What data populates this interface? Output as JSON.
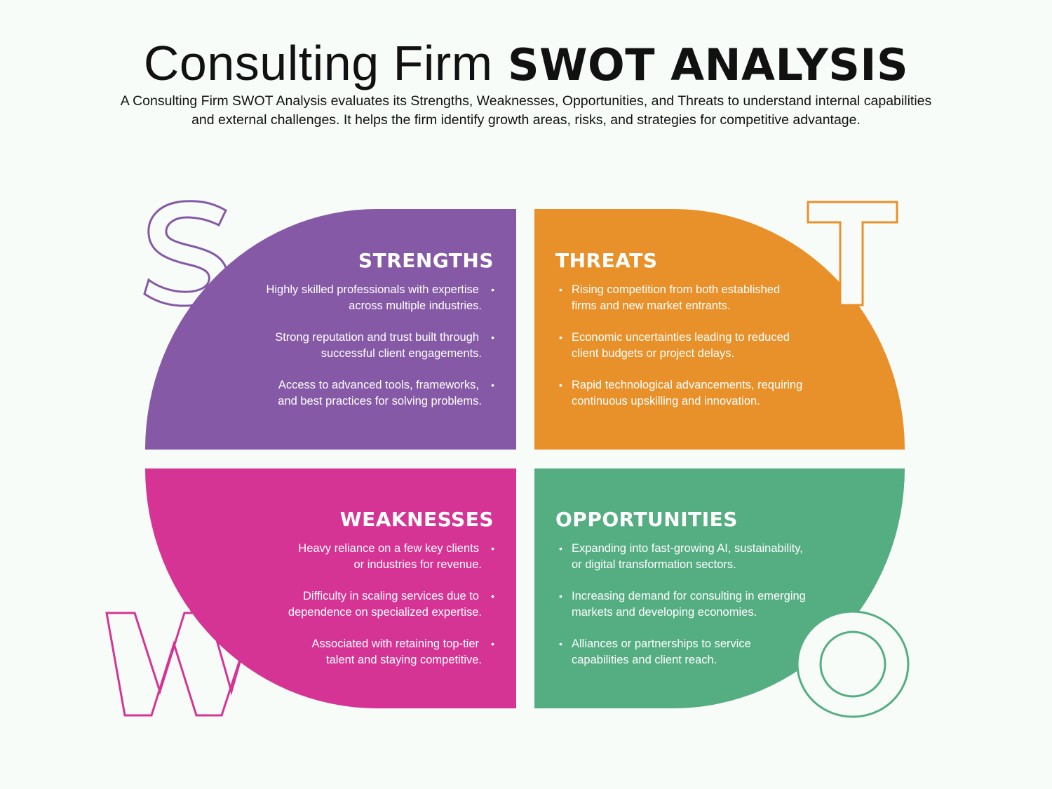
{
  "header": {
    "title_light": "Consulting Firm",
    "title_bold": "SWOT ANALYSIS",
    "subtitle_line1": "A Consulting Firm SWOT Analysis evaluates its Strengths, Weaknesses, Opportunities, and Threats to understand internal capabilities",
    "subtitle_line2": "and external challenges. It helps the firm identify growth areas, risks, and strategies for competitive advantage."
  },
  "colors": {
    "background": "#F8FCF9",
    "strengths": "#8559A5",
    "threats": "#E8912A",
    "weaknesses": "#D63494",
    "opportunities": "#55AD82"
  },
  "letters": {
    "s": "S",
    "t": "T",
    "w": "W",
    "o": "O"
  },
  "strengths": {
    "heading": "STRENGTHS",
    "items": [
      {
        "l1": "Highly skilled professionals with expertise",
        "l2": "across multiple industries."
      },
      {
        "l1": "Strong reputation and trust built through",
        "l2": "successful client engagements."
      },
      {
        "l1": "Access to advanced tools, frameworks,",
        "l2": "and best practices for solving problems."
      }
    ]
  },
  "threats": {
    "heading": "THREATS",
    "items": [
      {
        "l1": "Rising competition from both established",
        "l2": "firms and new market entrants."
      },
      {
        "l1": "Economic uncertainties leading to reduced",
        "l2": "client budgets or project delays."
      },
      {
        "l1": "Rapid technological advancements, requiring",
        "l2": "continuous upskilling and innovation."
      }
    ]
  },
  "weaknesses": {
    "heading": "WEAKNESSES",
    "items": [
      {
        "l1": "Heavy reliance on a few key clients",
        "l2": "or industries for revenue."
      },
      {
        "l1": "Difficulty in scaling services due to",
        "l2": "dependence on specialized expertise."
      },
      {
        "l1": "Associated with retaining top-tier",
        "l2": "talent and staying competitive."
      }
    ]
  },
  "opportunities": {
    "heading": "OPPORTUNITIES",
    "items": [
      {
        "l1": "Expanding into fast-growing AI, sustainability,",
        "l2": "or digital transformation sectors."
      },
      {
        "l1": "Increasing demand for consulting in emerging",
        "l2": "markets and developing economies."
      },
      {
        "l1": "Alliances or partnerships to service",
        "l2": "capabilities and client reach."
      }
    ]
  }
}
